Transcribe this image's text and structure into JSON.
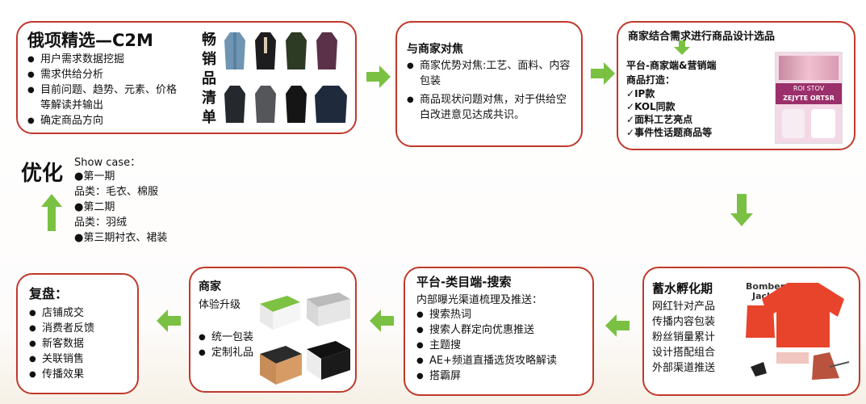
{
  "colors": {
    "border": "#c0392b",
    "arrow": "#7ac143"
  },
  "box1": {
    "title": "俄项精选—C2M",
    "items": [
      "用户需求数据挖掘",
      "需求供给分析",
      "目前问题、趋势、元素、价格等解读并输出",
      "确定商品方向"
    ],
    "list_label": [
      "畅",
      "销",
      "品",
      "清",
      "单"
    ]
  },
  "box2": {
    "title": "与商家对焦",
    "items": [
      "商家优势对焦:工艺、面料、内容包装",
      "商品现状问题对焦，对于供给空白改进意见达成共识。"
    ]
  },
  "box3": {
    "title": "商家结合需求进行商品设计选品",
    "subtitle": "平台-商家端&营销端",
    "subtitle2": "商品打造：",
    "checks": [
      "IP款",
      "KOL同款",
      "面料工艺亮点",
      "事件性话题商品等"
    ],
    "poster_text": [
      "ROI STOV",
      "ZEJYTE ORTSR"
    ]
  },
  "box4": {
    "title": "蓄水孵化期",
    "lines": [
      "网红针对产品",
      "传播内容包装",
      "粉丝销量累计",
      "设计搭配组合",
      "外部渠道推送"
    ],
    "image_text": [
      "Bomber",
      "Jacket"
    ]
  },
  "box5": {
    "title": "平台-类目端-搜索",
    "subtitle": "内部曝光渠道梳理及推送：",
    "items": [
      "搜索热词",
      "搜索人群定向优惠推送",
      "主题搜",
      "AE+频道直播选货攻略解读",
      "搭霸屏"
    ]
  },
  "box6": {
    "title": "商家",
    "subtitle": "体验升级",
    "items": [
      "统一包装",
      "定制礼品"
    ]
  },
  "box7": {
    "title": "复盘：",
    "items": [
      "店铺成交",
      "消费者反馈",
      "新客数据",
      "关联销售",
      "传播效果"
    ]
  },
  "optimize": {
    "label": "优化",
    "showcase": "Show case：",
    "lines": [
      "●第一期",
      "品类：毛衣、棉服",
      "●第二期",
      "品类：羽绒",
      "●第三期衬衣、裙装"
    ]
  },
  "icons": {
    "arrow": "arrow-icon",
    "check": "✓"
  }
}
